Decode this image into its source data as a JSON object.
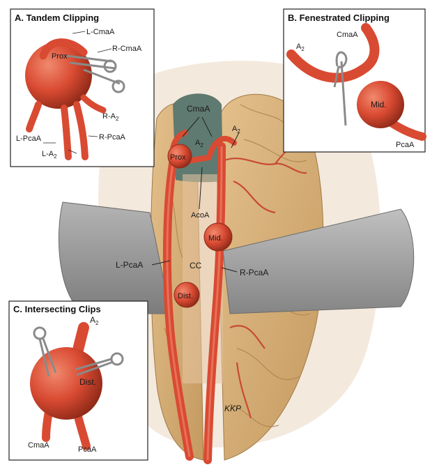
{
  "main": {
    "labels": {
      "cmaa": "CmaA",
      "a2_left": "A",
      "a2_right": "A",
      "prox": "Prox",
      "acoa": "AcoA",
      "mid": "Mid.",
      "cc": "CC",
      "lpcaa": "L-PcaA",
      "rpcaa": "R-PcaA",
      "dist": "Dist.",
      "signature": "KKP"
    },
    "subscript": "2"
  },
  "panel_a": {
    "title": "A. Tandem Clipping",
    "labels": {
      "lcmaa": "L-CmaA",
      "rcmaa": "R-CmaA",
      "prox": "Prox",
      "ra2": "R-A",
      "lpcaa": "L-PcaA",
      "rpcaa": "R-PcaA",
      "la2": "L-A"
    }
  },
  "panel_b": {
    "title": "B. Fenestrated Clipping",
    "labels": {
      "cmaa": "CmaA",
      "a2": "A",
      "mid": "Mid.",
      "pcaa": "PcaA"
    }
  },
  "panel_c": {
    "title": "C. Intersecting Clips",
    "labels": {
      "a2": "A",
      "dist": "Dist.",
      "cmaa": "CmaA",
      "pcaa": "PcaA"
    }
  },
  "colors": {
    "artery": "#d94a32",
    "artery_dark": "#a8321f",
    "brain": "#d8b07a",
    "brain_dark": "#b88d55",
    "retractor": "#9a9a9a",
    "clip": "#8a8a8a",
    "cavity": "#5f7a70"
  }
}
